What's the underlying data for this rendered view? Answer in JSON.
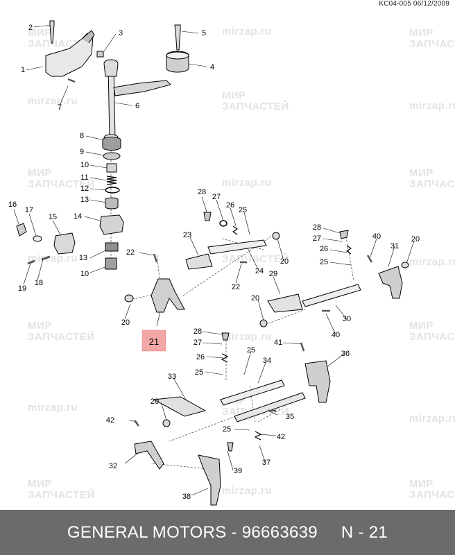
{
  "header": {
    "ref_code": "KC04-005 06/12/2009"
  },
  "watermark": {
    "line1": "МИР",
    "line2": "ЗАПЧАСТЕЙ",
    "site": "mirzap.ru"
  },
  "callouts": [
    {
      "id": "c2",
      "label": "2"
    },
    {
      "id": "c3",
      "label": "3"
    },
    {
      "id": "c5",
      "label": "5"
    },
    {
      "id": "c1",
      "label": "1"
    },
    {
      "id": "c4",
      "label": "4"
    },
    {
      "id": "c7",
      "label": "7"
    },
    {
      "id": "c6",
      "label": "6"
    },
    {
      "id": "c8",
      "label": "8"
    },
    {
      "id": "c9",
      "label": "9"
    },
    {
      "id": "c10a",
      "label": "10"
    },
    {
      "id": "c11",
      "label": "11"
    },
    {
      "id": "c12",
      "label": "12"
    },
    {
      "id": "c13a",
      "label": "13"
    },
    {
      "id": "c14",
      "label": "14"
    },
    {
      "id": "c13b",
      "label": "13"
    },
    {
      "id": "c10b",
      "label": "10"
    },
    {
      "id": "c16",
      "label": "16"
    },
    {
      "id": "c17",
      "label": "17"
    },
    {
      "id": "c15",
      "label": "15"
    },
    {
      "id": "c19",
      "label": "19"
    },
    {
      "id": "c18",
      "label": "18"
    },
    {
      "id": "c22a",
      "label": "22"
    },
    {
      "id": "c20a",
      "label": "20"
    },
    {
      "id": "c28a",
      "label": "28"
    },
    {
      "id": "c27a",
      "label": "27"
    },
    {
      "id": "c26a",
      "label": "26"
    },
    {
      "id": "c25a",
      "label": "25"
    },
    {
      "id": "c23",
      "label": "23"
    },
    {
      "id": "c24",
      "label": "24"
    },
    {
      "id": "c20b",
      "label": "20"
    },
    {
      "id": "c22b",
      "label": "22"
    },
    {
      "id": "c28b",
      "label": "28"
    },
    {
      "id": "c27b",
      "label": "27"
    },
    {
      "id": "c26b",
      "label": "26"
    },
    {
      "id": "c25b",
      "label": "25"
    },
    {
      "id": "c40a",
      "label": "40"
    },
    {
      "id": "c31",
      "label": "31"
    },
    {
      "id": "c20c",
      "label": "20"
    },
    {
      "id": "c29",
      "label": "29"
    },
    {
      "id": "c20d",
      "label": "20"
    },
    {
      "id": "c30",
      "label": "30"
    },
    {
      "id": "c40b",
      "label": "40"
    },
    {
      "id": "c28c",
      "label": "28"
    },
    {
      "id": "c27c",
      "label": "27"
    },
    {
      "id": "c26c",
      "label": "26"
    },
    {
      "id": "c25c",
      "label": "25"
    },
    {
      "id": "c41",
      "label": "41"
    },
    {
      "id": "c25d",
      "label": "25"
    },
    {
      "id": "c34",
      "label": "34"
    },
    {
      "id": "c36",
      "label": "36"
    },
    {
      "id": "c33",
      "label": "33"
    },
    {
      "id": "c20e",
      "label": "20"
    },
    {
      "id": "c35",
      "label": "35"
    },
    {
      "id": "c42a",
      "label": "42"
    },
    {
      "id": "c25e",
      "label": "25"
    },
    {
      "id": "c42b",
      "label": "42"
    },
    {
      "id": "c32",
      "label": "32"
    },
    {
      "id": "c37",
      "label": "37"
    },
    {
      "id": "c39",
      "label": "39"
    },
    {
      "id": "c38",
      "label": "38"
    }
  ],
  "highlight": {
    "label": "21",
    "color": "#f3a6a6"
  },
  "footer": {
    "part": "GENERAL MOTORS - 96663639",
    "position": "N - 21"
  }
}
